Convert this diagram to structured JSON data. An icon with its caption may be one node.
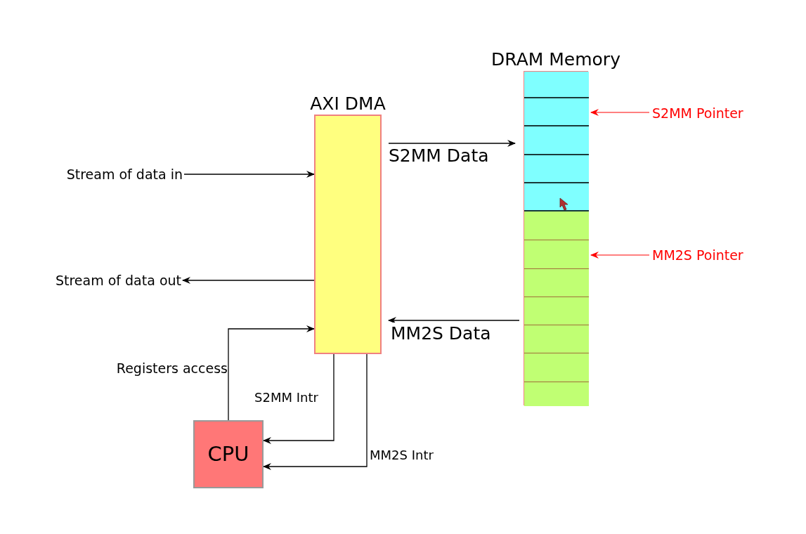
{
  "diagram": {
    "nodes": [
      {
        "text": [
          "AXI DMA"
        ]
      },
      {
        "text": [
          "DRAM Memory"
        ]
      },
      {
        "text": [],
        "shape": "box",
        "in": 1
      },
      {
        "text": [],
        "shape": "box",
        "in": 1
      },
      {
        "text": [],
        "shape": "box",
        "in": 1
      },
      {
        "text": [],
        "shape": "box",
        "in": 1
      },
      {
        "text": [],
        "shape": "box",
        "in": 1
      },
      {
        "text": [],
        "shape": "box",
        "in": 1
      },
      {
        "text": [],
        "shape": "box",
        "in": 1
      },
      {
        "text": [],
        "shape": "box",
        "in": 1
      },
      {
        "text": [],
        "shape": "box",
        "in": 1
      },
      {
        "text": [],
        "shape": "box",
        "in": 1
      },
      {
        "text": [],
        "shape": "box",
        "in": 1
      },
      {
        "text": [],
        "shape": "box",
        "in": 1
      },
      {
        "text": [
          "Stream of data in"
        ]
      },
      {
        "text": [
          "Stream of data out"
        ]
      },
      {
        "text": [
          "CPU"
        ]
      },
      {
        "text": [
          "S2MM Pointer"
        ]
      },
      {
        "text": [
          "MM2S Pointer"
        ]
      }
    ],
    "edges": [
      {
        "from": 14,
        "to": 0,
        "arrow": "to"
      },
      {
        "from": 0,
        "to": 15,
        "arrow": "to"
      },
      {
        "from": 16,
        "to": 0,
        "arrow": "to",
        "label": "Registers access"
      },
      {
        "from": 0,
        "to": 1,
        "arrow": "to",
        "label": "S2MM Data"
      },
      {
        "from": 1,
        "to": 0,
        "arrow": "to",
        "label": "MM2S Data"
      },
      {
        "from": 0,
        "to": 16,
        "arrow": "to",
        "label": "S2MM Intr"
      },
      {
        "from": 0,
        "to": 16,
        "arrow": "to",
        "label": "MM2S Intr"
      },
      {
        "from": 17,
        "to": 3,
        "arrow": "to",
        "color": "#ff0000"
      },
      {
        "from": 18,
        "to": 8,
        "arrow": "to",
        "color": "#ff0000"
      }
    ]
  }
}
